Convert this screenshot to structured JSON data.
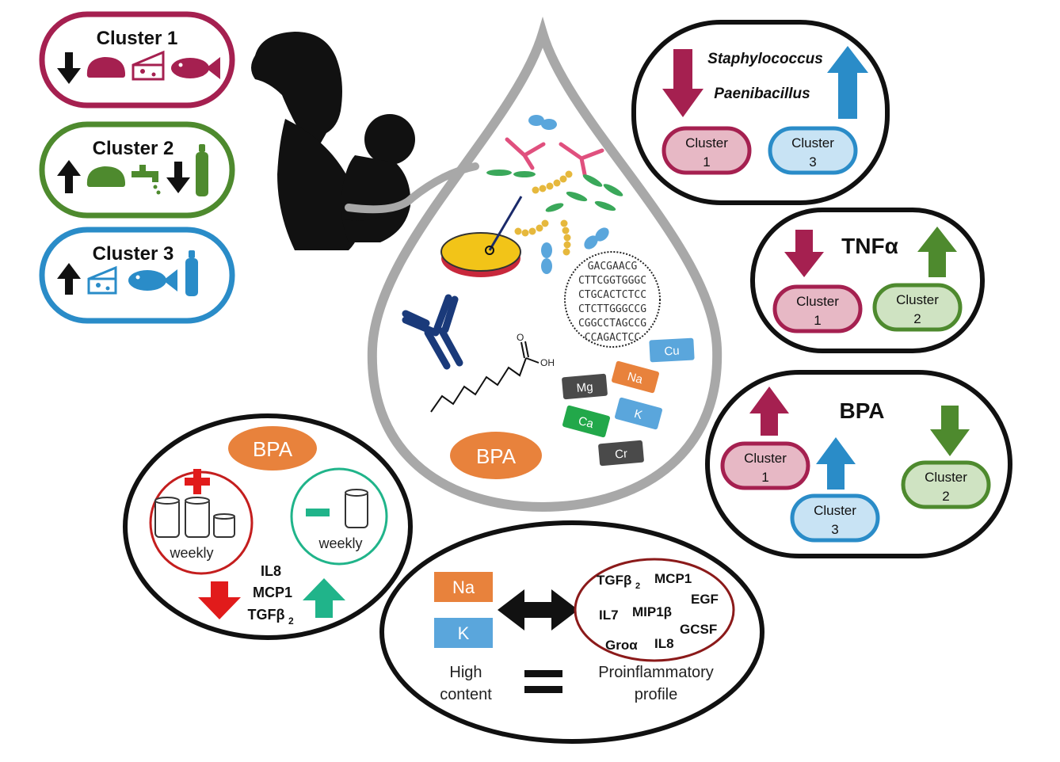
{
  "clusters": {
    "c1": {
      "label": "Cluster 1",
      "color": "#a52050",
      "direction": "down",
      "foods": [
        "bread-icon",
        "cheese-icon",
        "fish-icon"
      ]
    },
    "c2": {
      "label": "Cluster 2",
      "color": "#4e8a2e",
      "direction": "up",
      "foods": [
        "bread-icon",
        "tap-water-icon"
      ],
      "down_food": "bottle-icon"
    },
    "c3": {
      "label": "Cluster 3",
      "color": "#2a8cc8",
      "direction": "up",
      "foods": [
        "cheese-icon",
        "fish-icon",
        "bottle-icon"
      ]
    }
  },
  "colors": {
    "cluster1": "#a52050",
    "cluster1_fill": "#e7b8c5",
    "cluster2": "#4e8a2e",
    "cluster2_fill": "#cfe3c2",
    "cluster3": "#2a8cc8",
    "cluster3_fill": "#c8e3f4",
    "orange": "#e8823c",
    "blue_box": "#5aa6dc",
    "drop_border": "#a8a8a8"
  },
  "bacteria": {
    "genus1": "Staphylococcus",
    "genus2": "Paenibacillus",
    "cluster_a": {
      "word": "Cluster",
      "num": "1"
    },
    "cluster_b": {
      "word": "Cluster",
      "num": "3"
    }
  },
  "tnf": {
    "title": "TNFα",
    "cluster_a": {
      "word": "Cluster",
      "num": "1"
    },
    "cluster_b": {
      "word": "Cluster",
      "num": "2"
    }
  },
  "bpa_clusters": {
    "title": "BPA",
    "cluster_a": {
      "word": "Cluster",
      "num": "1"
    },
    "cluster_b": {
      "word": "Cluster",
      "num": "3"
    },
    "cluster_c": {
      "word": "Cluster",
      "num": "2"
    }
  },
  "drop": {
    "dna_lines": [
      "GACGAACG",
      "CTTCGGTGGGC",
      "CTGCACTCTCC",
      "CTCTTGGGCCG",
      "CGGCCTAGCCG",
      "CCAGACTCC"
    ],
    "oh_label": "OH",
    "o_label": "O",
    "bpa_label": "BPA",
    "minerals": [
      {
        "symbol": "Cu",
        "color": "#5aa6dc"
      },
      {
        "symbol": "Na",
        "color": "#e8823c"
      },
      {
        "symbol": "Mg",
        "color": "#4a4a4a"
      },
      {
        "symbol": "K",
        "color": "#5aa6dc"
      },
      {
        "symbol": "Ca",
        "color": "#22a84a"
      },
      {
        "symbol": "Cr",
        "color": "#4a4a4a"
      }
    ]
  },
  "bpa_cans": {
    "title": "BPA",
    "plus_sign": "+",
    "minus_sign": "-",
    "weekly_high": "weekly",
    "weekly_low": "weekly",
    "cytokines": [
      "IL8",
      "MCP1",
      "TGFβ"
    ],
    "subscript": "2"
  },
  "minerals_profile": {
    "na": "Na",
    "k": "K",
    "high_content": [
      "High",
      "content"
    ],
    "equals": "=",
    "profile": [
      "Proinflammatory",
      "profile"
    ],
    "cytokines": {
      "tgf": "TGFβ",
      "tgf_sub": "2",
      "mcp1": "MCP1",
      "egf": "EGF",
      "il7": "IL7",
      "mip1b": "MIP1β",
      "gcsf": "GCSF",
      "groa": "Groα",
      "il8": "IL8"
    }
  }
}
